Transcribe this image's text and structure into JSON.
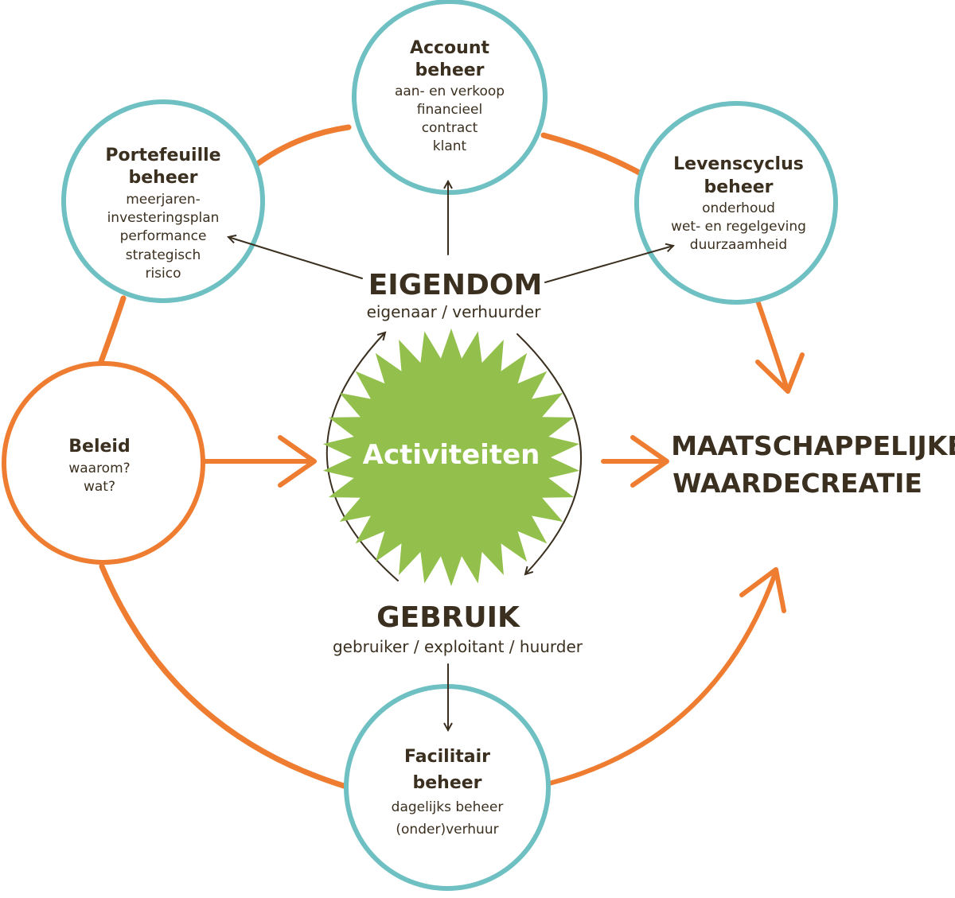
{
  "circles": {
    "account": {
      "title1": "Account",
      "title2": "beheer",
      "lines": [
        "aan- en verkoop",
        "financieel",
        "contract",
        "klant"
      ]
    },
    "portefeuille": {
      "title1": "Portefeuille",
      "title2": "beheer",
      "lines": [
        "meerjaren-",
        "investeringsplan",
        "performance",
        "strategisch",
        "risico"
      ]
    },
    "levenscyclus": {
      "title1": "Levenscyclus",
      "title2": "beheer",
      "lines": [
        "onderhoud",
        "wet- en regelgeving",
        "duurzaamheid"
      ]
    },
    "beleid": {
      "title1": "Beleid",
      "lines": [
        "waarom?",
        "wat?"
      ]
    },
    "facilitair": {
      "title1": "Facilitair",
      "title2": "beheer",
      "lines": [
        "dagelijks beheer",
        "(onder)verhuur"
      ]
    }
  },
  "eigendom": {
    "label": "EIGENDOM",
    "roles": "eigenaar / verhuurder"
  },
  "gebruik": {
    "label": "GEBRUIK",
    "roles": "gebruiker / exploitant / huurder"
  },
  "center": {
    "label": "Activiteiten"
  },
  "outcome": {
    "line1": "MAATSCHAPPELIJKE",
    "line2": "WAARDECREATIE"
  },
  "colors": {
    "orange": "#ee7d31",
    "teal": "#6ec0c2",
    "green": "#93c04c",
    "text": "#3b3020"
  }
}
